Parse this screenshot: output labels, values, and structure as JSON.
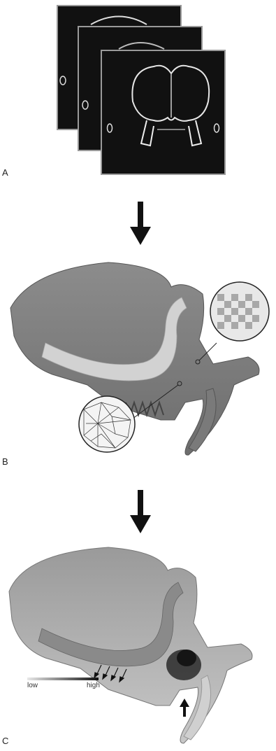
{
  "panels": {
    "a": {
      "label": "A"
    },
    "b": {
      "label": "B"
    },
    "c": {
      "label": "C"
    }
  },
  "legend": {
    "low_label": "low",
    "high_label": "high"
  },
  "colors": {
    "background": "#ffffff",
    "ct_slice": "#111111",
    "ct_border": "#9a9a9a",
    "skull_dark": "#6e6e6e",
    "skull_mid": "#8f8f8f",
    "skull_light": "#d6d6d6",
    "arrow": "#111111"
  },
  "icons": {
    "process_arrow": "arrow-down-icon",
    "force_arrow": "arrow-icon"
  }
}
